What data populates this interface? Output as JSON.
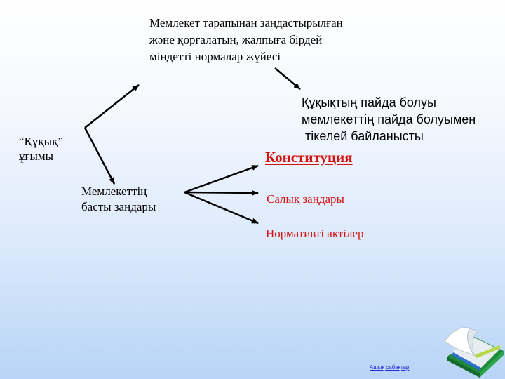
{
  "diagram": {
    "top_text": [
      "Мемлекет тарапынан заңдастырылған",
      "және қорғалатын, жалпыға бірдей",
      "міндетті нормалар жүйесі"
    ],
    "right_text": [
      "Құқықтың пайда болуы",
      "мемлекеттің пайда болуымен",
      " тікелей байланысты"
    ],
    "concept": [
      "“Құқық”",
      "ұғымы"
    ],
    "basic_laws": [
      "Мемлекеттің",
      "басты заңдары"
    ],
    "constitution": "Конституция",
    "tax_laws": "Салық заңдары",
    "normative_acts": "Нормативті актілер"
  },
  "footer": {
    "link_text": "Ашық сабақтар"
  },
  "colors": {
    "accent_red": "#d4120f",
    "link_blue": "#2a2ad8",
    "line": "#000000"
  },
  "icons": {
    "logo": "book-icon"
  }
}
